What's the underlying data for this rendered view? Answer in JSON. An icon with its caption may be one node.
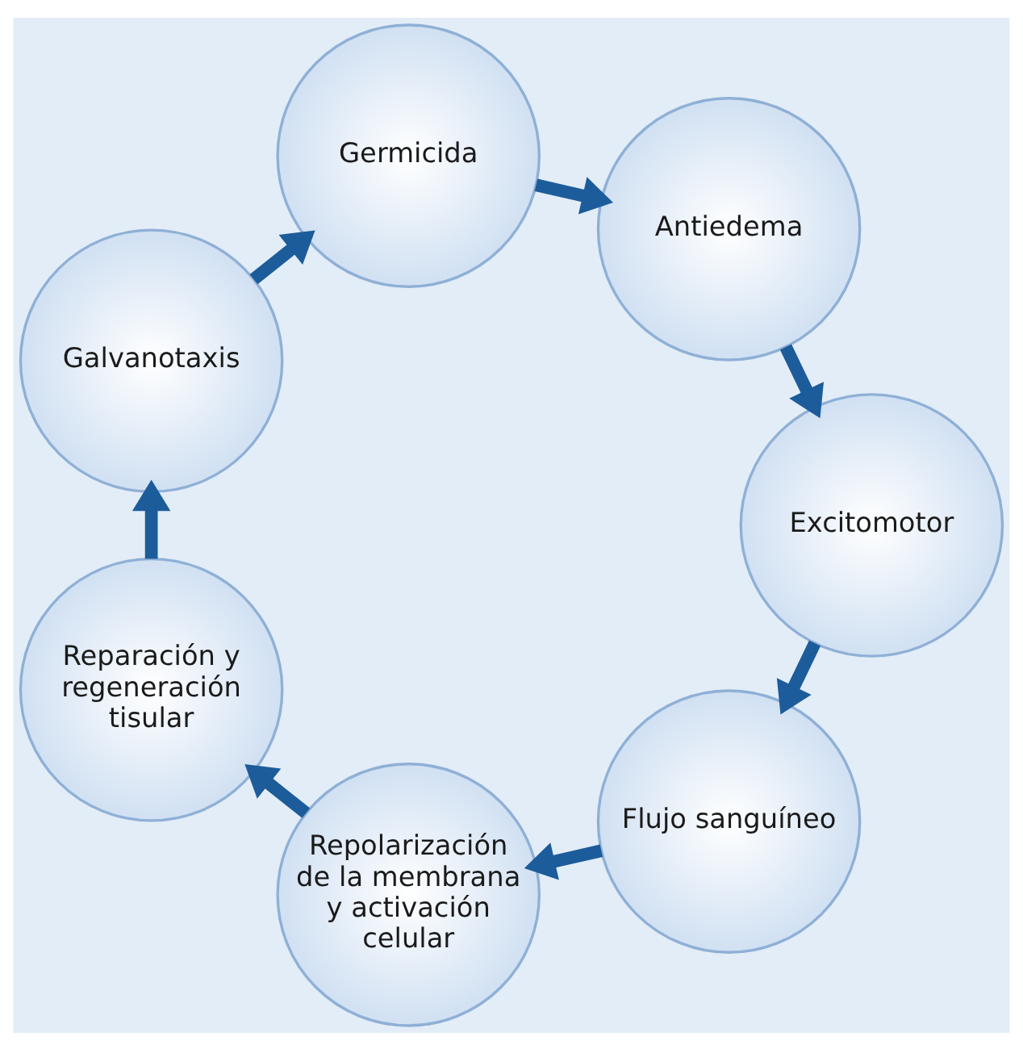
{
  "diagram": {
    "nodes": [
      {
        "text": [
          "Repolarización de la membrana y activación celular"
        ]
      },
      {
        "text": [
          "Reparación y regeneración tisular"
        ]
      },
      {
        "text": [
          "Galvanotaxis"
        ]
      },
      {
        "text": [
          "Germicida"
        ]
      },
      {
        "text": [
          "Antiedema"
        ]
      },
      {
        "text": [
          "Excitomotor"
        ]
      },
      {
        "text": [
          "Flujo sanguíneo"
        ]
      }
    ],
    "edges": [
      {
        "from": 0,
        "to": 1,
        "arrow": "to"
      },
      {
        "from": 1,
        "to": 2,
        "arrow": "to"
      },
      {
        "from": 2,
        "to": 3,
        "arrow": "to"
      },
      {
        "from": 3,
        "to": 4,
        "arrow": "to"
      },
      {
        "from": 4,
        "to": 5,
        "arrow": "to"
      },
      {
        "from": 5,
        "to": 6,
        "arrow": "to"
      },
      {
        "from": 6,
        "to": 0,
        "arrow": "to"
      }
    ]
  }
}
